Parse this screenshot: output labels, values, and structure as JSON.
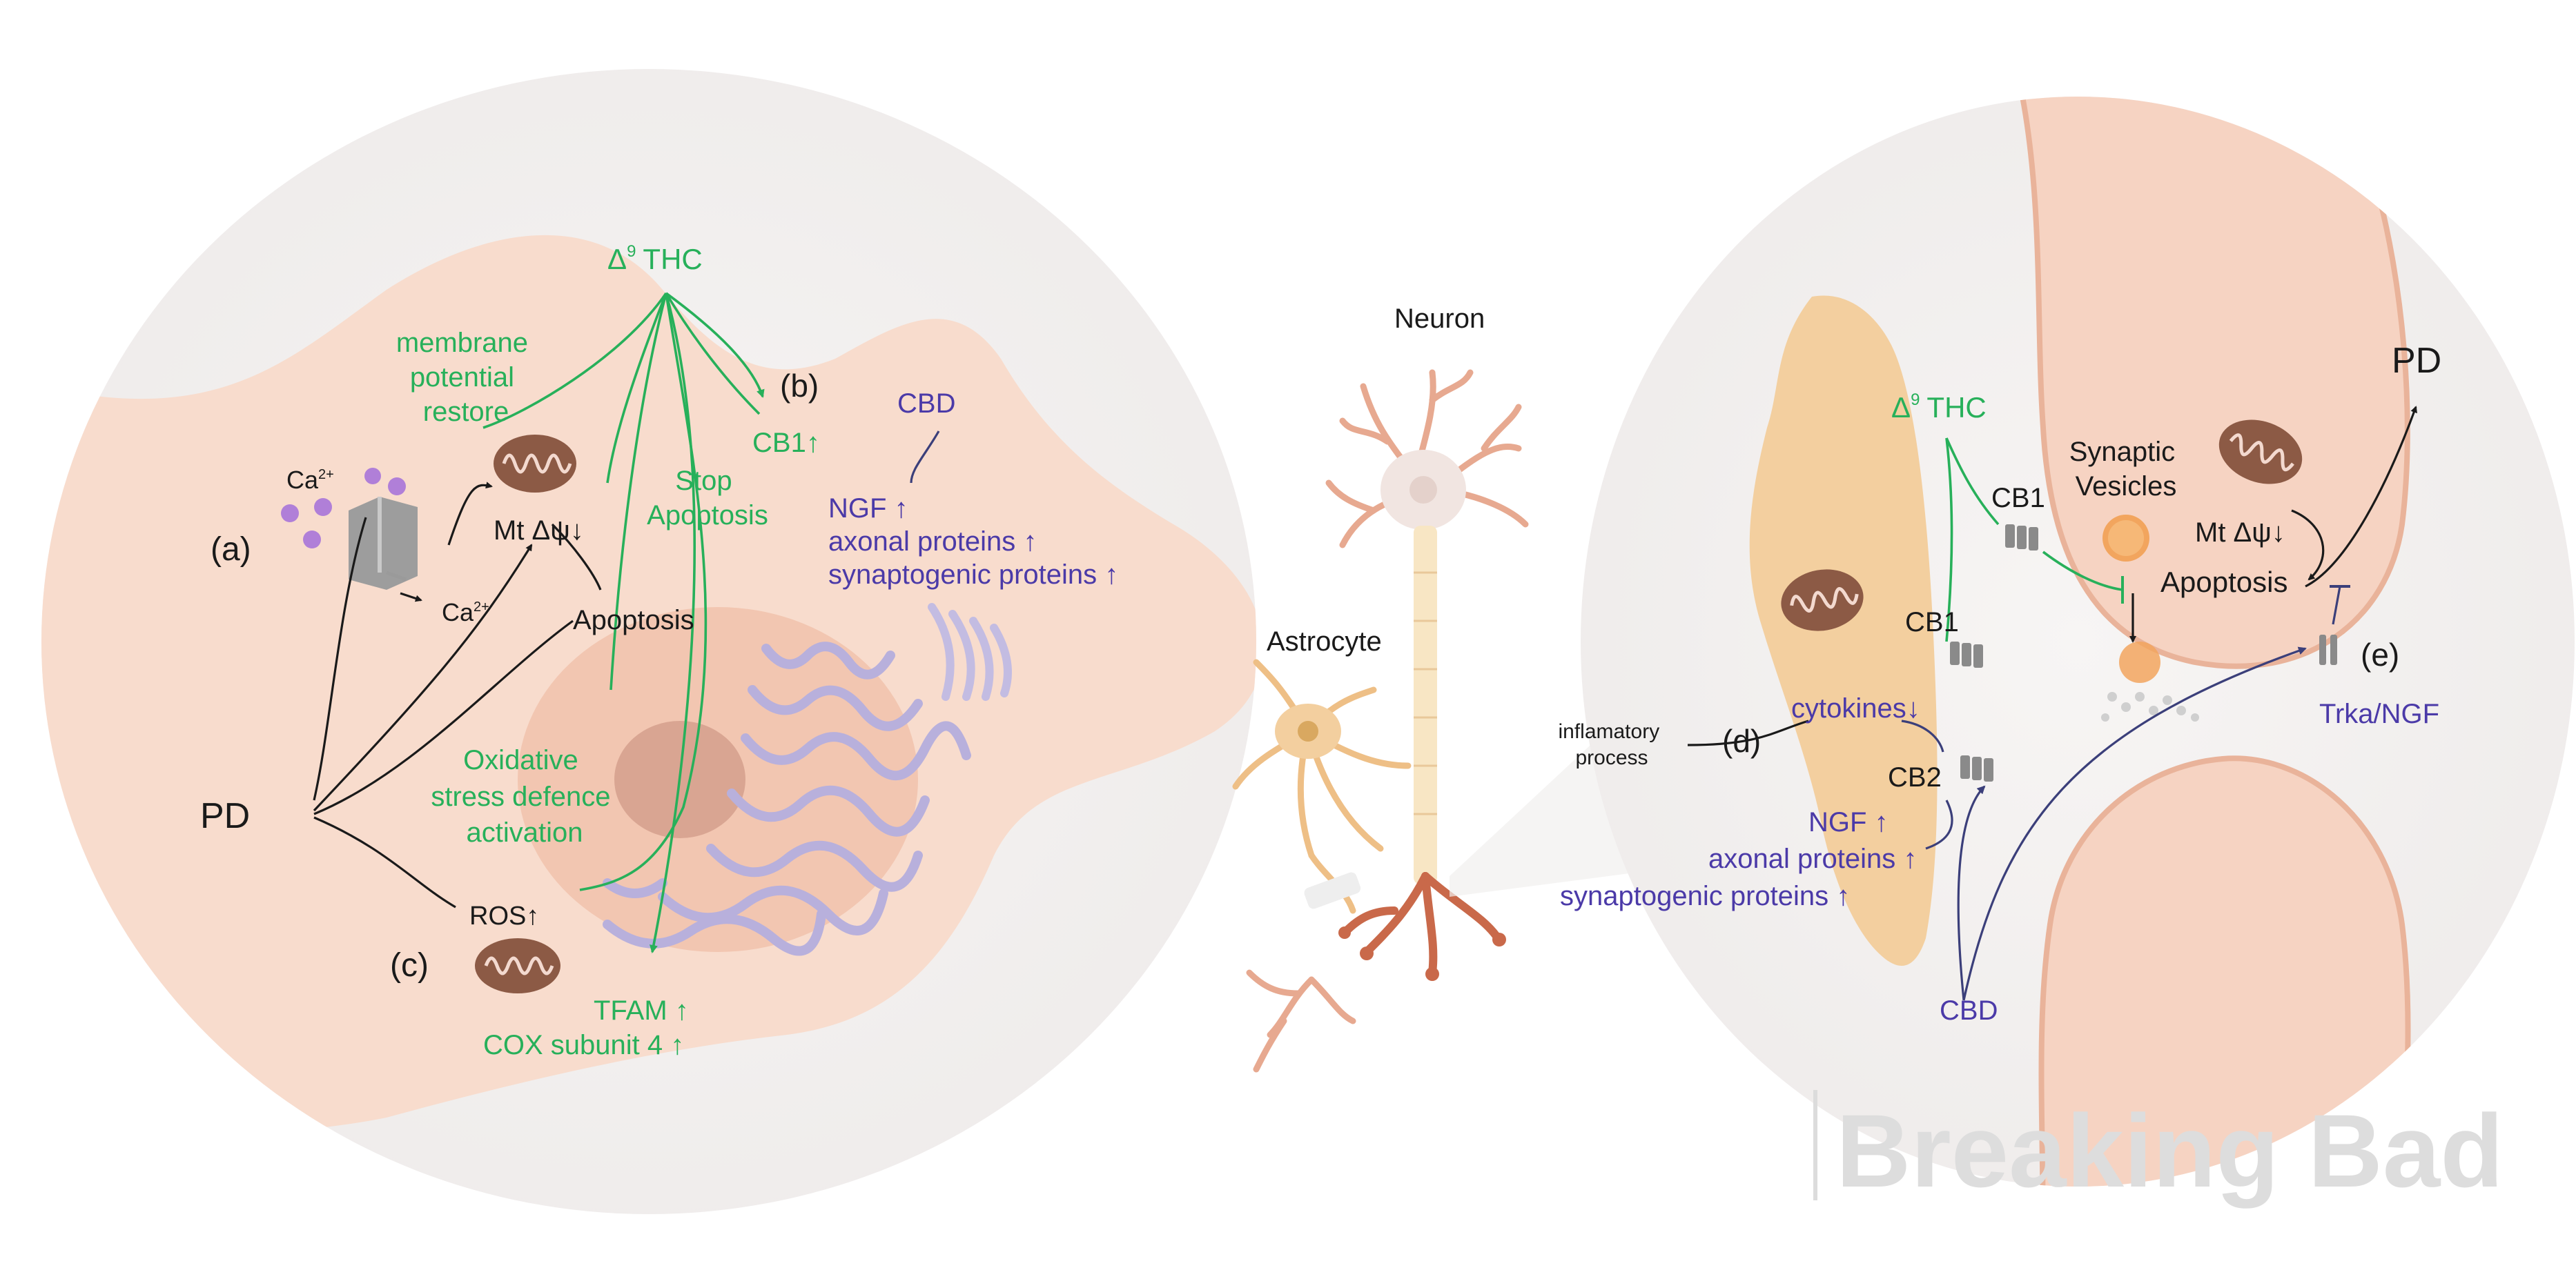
{
  "colors": {
    "background": "#ffffff",
    "panel_fill": "#f3f1f0",
    "cell_fill": "#f8dccd",
    "nucleus_fill": "#f2c6b1",
    "astrocyte_fill": "#f3cf9f",
    "synapse_fill": "#f6d3c2",
    "er_purple": "#b8b0dc",
    "thc_green": "#27b05a",
    "cbd_purple": "#4b3aa8",
    "text_black": "#1a1a1a",
    "mito_brown": "#8c5a45",
    "watermark_gray": "#dddddd"
  },
  "left_panel": {
    "thc_symbol": "Δ",
    "thc_superscript": "9",
    "thc_name": "THC",
    "membrane_potential": [
      "membrane",
      "potential",
      "restore"
    ],
    "label_b": "(b)",
    "cb1": "CB1↑",
    "stop_apoptosis": [
      "Stop",
      "Apoptosis"
    ],
    "cbd": "CBD",
    "ngf": "NGF ↑",
    "axonal_proteins": "axonal proteins ↑",
    "synaptogenic_proteins": "synaptogenic proteins ↑",
    "label_a": "(a)",
    "ca_base": "Ca",
    "ca_superscript": "2+",
    "mt_delta_psi": "Mt Δψ↓",
    "apoptosis": "Apoptosis",
    "pd": "PD",
    "oxidative": [
      "Oxidative",
      "stress defence",
      "activation"
    ],
    "ros": "ROS↑",
    "label_c": "(c)",
    "tfam": "TFAM ↑",
    "cox": "COX subunit 4 ↑"
  },
  "middle_panel": {
    "neuron": "Neuron",
    "astrocyte": "Astrocyte"
  },
  "right_panel": {
    "thc_symbol": "Δ",
    "thc_superscript": "9",
    "thc_name": "THC",
    "cb1_top": "CB1",
    "cb1_lower": "CB1",
    "synaptic_vesicles": [
      "Synaptic",
      "Vesicles"
    ],
    "pd": "PD",
    "mt_delta_psi": "Mt Δψ↓",
    "apoptosis": "Apoptosis",
    "label_e": "(e)",
    "trka_ngf": "Trka/NGF",
    "inflamatory": [
      "inflamatory",
      "process"
    ],
    "label_d": "(d)",
    "cytokines": "cytokines↓",
    "cb2": "CB2",
    "ngf": "NGF ↑",
    "axonal_proteins": "axonal proteins ↑",
    "synaptogenic_proteins": "synaptogenic proteins ↑",
    "cbd": "CBD"
  },
  "watermark": "Breaking Bad"
}
